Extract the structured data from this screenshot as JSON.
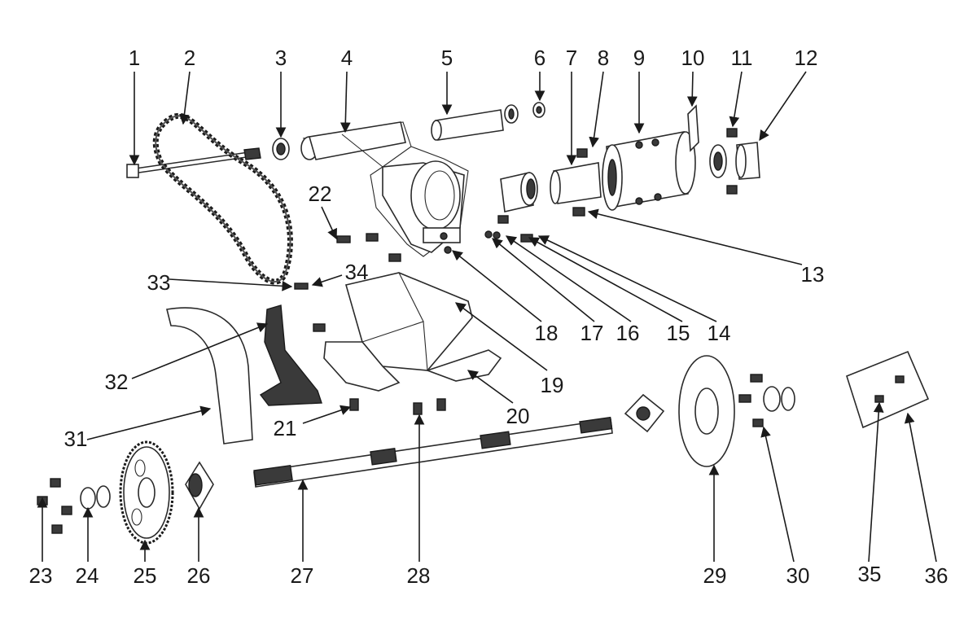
{
  "callouts": [
    "1",
    "2",
    "3",
    "4",
    "5",
    "6",
    "7",
    "8",
    "9",
    "10",
    "11",
    "12",
    "13",
    "14",
    "15",
    "16",
    "17",
    "18",
    "19",
    "20",
    "21",
    "22",
    "23",
    "24",
    "25",
    "26",
    "27",
    "28",
    "29",
    "30",
    "31",
    "32",
    "33",
    "34",
    "35",
    "36"
  ]
}
